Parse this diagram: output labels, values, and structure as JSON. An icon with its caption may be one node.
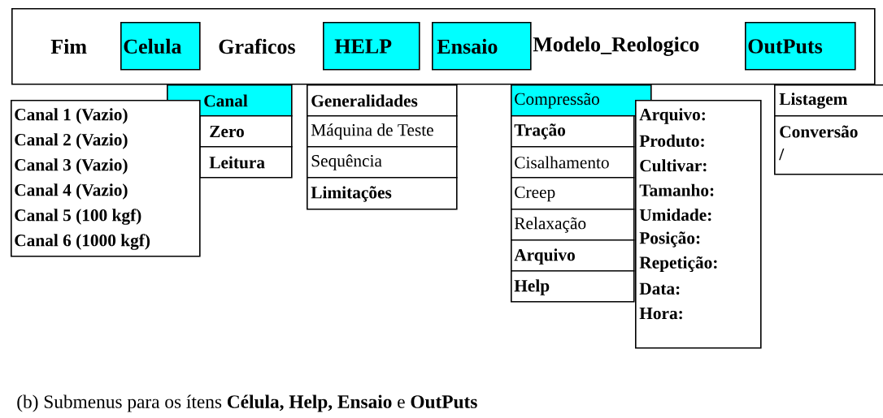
{
  "diagram": {
    "caption": "(b) Submenus para os ítens **Célula, Help, Ensaio** e **OutPuts**",
    "nodes": [
      {
        "text": [
          "Fim",
          "Graficos",
          "Modelo_Reologico"
        ]
      },
      {
        "text": [
          "Celula"
        ],
        "in": 0
      },
      {
        "text": [
          "HELP"
        ],
        "in": 0
      },
      {
        "text": [
          "Ensaio"
        ],
        "in": 0
      },
      {
        "text": [
          "OutPuts"
        ],
        "in": 0
      },
      {
        "text": [
          "Canal"
        ]
      },
      {
        "text": [
          "Zero"
        ]
      },
      {
        "text": [
          "Leitura"
        ]
      },
      {
        "text": [
          "Canal 1 (Vazio)",
          "Canal 2 (Vazio)",
          "Canal 3 (Vazio)",
          "Canal 4 (Vazio)",
          "Canal 5 (100 kgf)",
          "Canal 6 (1000 kgf)"
        ]
      },
      {
        "text": [
          "Generalidades"
        ]
      },
      {
        "text": [
          "Máquina de Teste"
        ]
      },
      {
        "text": [
          "Sequência"
        ]
      },
      {
        "text": [
          "Limitações"
        ]
      },
      {
        "text": [
          "Compressão"
        ]
      },
      {
        "text": [
          "Tração"
        ]
      },
      {
        "text": [
          "Cisalhamento"
        ]
      },
      {
        "text": [
          "Creep"
        ]
      },
      {
        "text": [
          "Relaxação"
        ]
      },
      {
        "text": [
          "Arquivo"
        ]
      },
      {
        "text": [
          "Help"
        ]
      },
      {
        "text": [
          "Arquivo:",
          "Produto:",
          "Cultivar:",
          "Tamanho:",
          "Umidade:",
          "Posição:",
          "Repetição:",
          "Data:",
          "Hora:"
        ]
      },
      {
        "text": [
          "Listagem"
        ]
      },
      {
        "text": [
          "Conversão",
          "/"
        ]
      }
    ]
  }
}
